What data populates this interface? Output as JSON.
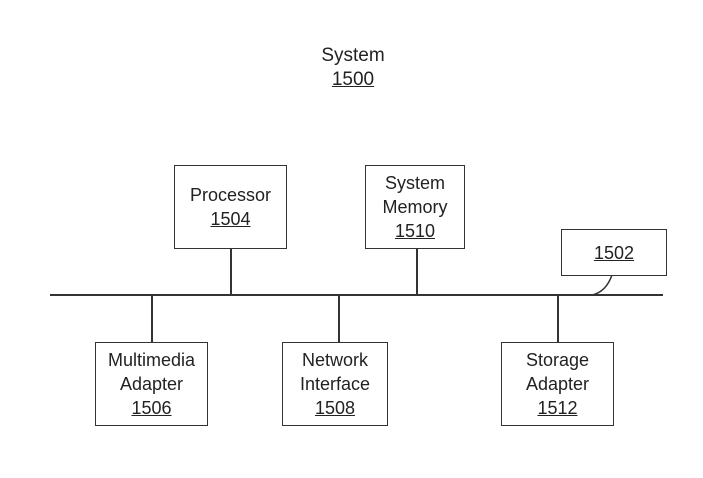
{
  "title": {
    "name": "System",
    "ref": "1500"
  },
  "bus": {
    "ref": "1502"
  },
  "components": {
    "processor": {
      "lines": [
        "Processor"
      ],
      "ref": "1504"
    },
    "system_memory": {
      "lines": [
        "System",
        "Memory"
      ],
      "ref": "1510"
    },
    "multimedia_adapter": {
      "lines": [
        "Multimedia",
        "Adapter"
      ],
      "ref": "1506"
    },
    "network_interface": {
      "lines": [
        "Network",
        "Interface"
      ],
      "ref": "1508"
    },
    "storage_adapter": {
      "lines": [
        "Storage",
        "Adapter"
      ],
      "ref": "1512"
    }
  }
}
